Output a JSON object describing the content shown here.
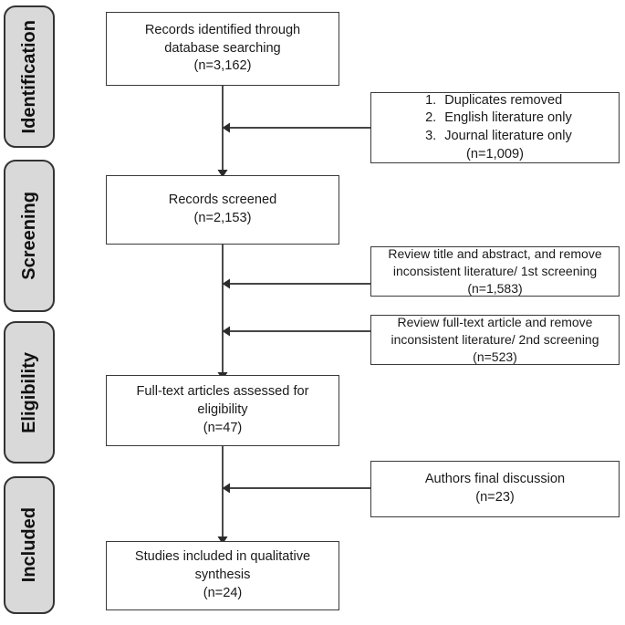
{
  "diagram": {
    "type": "prisma-flow-diagram",
    "stages": [
      {
        "id": "identification",
        "label": "Identification"
      },
      {
        "id": "screening",
        "label": "Screening"
      },
      {
        "id": "eligibility",
        "label": "Eligibility"
      },
      {
        "id": "included",
        "label": "Included"
      }
    ],
    "main_boxes": [
      {
        "id": "records-identified",
        "lines": [
          "Records identified through",
          "database searching",
          "(n=3,162)"
        ],
        "count": "3,162"
      },
      {
        "id": "records-screened",
        "lines": [
          "Records screened",
          "(n=2,153)"
        ],
        "count": "2,153"
      },
      {
        "id": "full-text-assessed",
        "lines": [
          "Full-text articles assessed for",
          "eligibility",
          "(n=47)"
        ],
        "count": "47"
      },
      {
        "id": "studies-included",
        "lines": [
          "Studies included in qualitative",
          "synthesis",
          "(n=24)"
        ],
        "count": "24"
      }
    ],
    "side_boxes": [
      {
        "id": "duplicates-removed",
        "items": [
          {
            "num": "1.",
            "text": "Duplicates removed"
          },
          {
            "num": "2.",
            "text": "English literature only"
          },
          {
            "num": "3.",
            "text": "Journal literature only"
          }
        ],
        "total_line": "(n=1,009)",
        "count": "1,009"
      },
      {
        "id": "first-screening",
        "lines": [
          "Review title and abstract, and remove",
          "inconsistent literature/ 1st screening",
          "(n=1,583)"
        ],
        "count": "1,583"
      },
      {
        "id": "second-screening",
        "lines": [
          "Review full-text article and remove",
          "inconsistent literature/ 2nd screening",
          "(n=523)"
        ],
        "count": "523"
      },
      {
        "id": "authors-final-discussion",
        "lines": [
          "Authors final discussion",
          "(n=23)"
        ],
        "count": "23"
      }
    ],
    "colors": {
      "stage_fill": "#d9d9d9",
      "stage_border": "#333333",
      "box_border": "#3a3a3a",
      "connector": "#2b2b2b",
      "background": "#ffffff",
      "text": "#1a1a1a"
    }
  }
}
